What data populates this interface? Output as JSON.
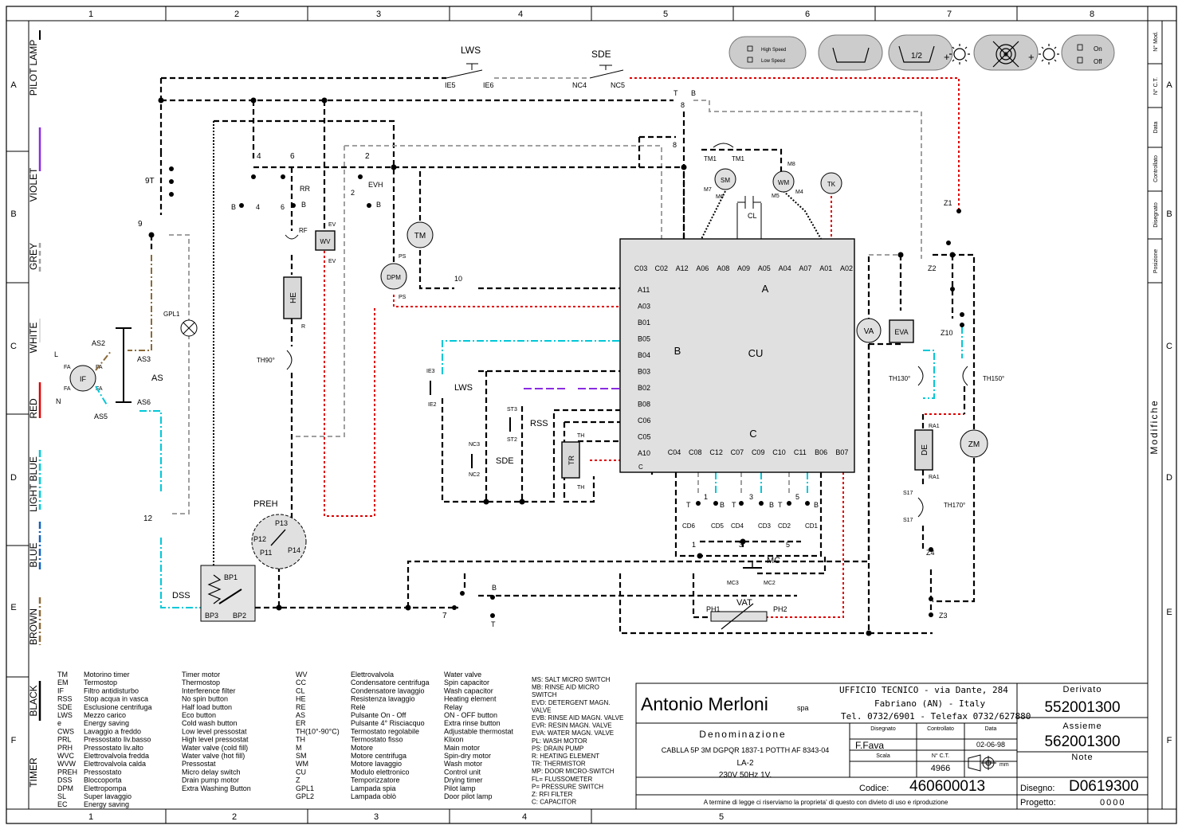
{
  "grid": {
    "cols_top": [
      "1",
      "2",
      "3",
      "4",
      "5",
      "6",
      "7",
      "8"
    ],
    "cols_bottom": [
      "1",
      "2",
      "3",
      "4",
      "5"
    ],
    "rows": [
      "A",
      "B",
      "C",
      "D",
      "E",
      "F"
    ]
  },
  "wire_colors": {
    "items": [
      "PILOT LAMP",
      "VIOLET",
      "GREY",
      "WHITE",
      "RED",
      "LIGHT BLUE",
      "BLUE",
      "BROWN",
      "BLACK",
      "TIMER"
    ],
    "hex": {
      "violet": "#8a2be2",
      "grey": "#a0a0a0",
      "red": "#e00000",
      "lightblue": "#00c8d8",
      "blue": "#1060c0",
      "brown": "#8a6a3a",
      "black": "#000000"
    }
  },
  "revision_panel": {
    "cells": [
      "N° Mod.",
      "N° C.T.",
      "Data",
      "Controllato",
      "Disegnato",
      "Posizione"
    ],
    "modifiche": "Modifiche"
  },
  "controls": {
    "speed_high": "High Speed",
    "speed_low": "Low Speed",
    "half": "1/2",
    "plus": "+",
    "on": "On",
    "off": "Off"
  },
  "labels": {
    "lws": "LWS",
    "sde": "SDE",
    "ie5": "IE5",
    "ie6": "IE6",
    "nc4": "NC4",
    "nc5": "NC5",
    "t": "T",
    "b": "B",
    "n8": "8",
    "tm1": "TM1",
    "sm": "SM",
    "wm": "WM",
    "tk": "TK",
    "m7": "M7",
    "m6": "M6",
    "m8": "M8",
    "m5": "M5",
    "m4": "M4",
    "cl": "CL",
    "n4": "4",
    "n6": "6",
    "n2": "2",
    "rr": "RR",
    "evh": "EVH",
    "ev": "EV",
    "wv": "WV",
    "rf": "RF",
    "he": "HE",
    "r": "R",
    "tm": "TM",
    "dpm": "DPM",
    "ps": "PS",
    "n10": "10",
    "th90": "TH90°",
    "n9t": "9T",
    "n9": "9",
    "gpl1": "GPL1",
    "as2": "AS2",
    "as3": "AS3",
    "as": "AS",
    "as5": "AS5",
    "as6": "AS6",
    "if": "IF",
    "l": "L",
    "n": "N",
    "fa": "FA",
    "n12": "12",
    "dss": "DSS",
    "bp1": "BP1",
    "bp2": "BP2",
    "bp3": "BP3",
    "preh": "PREH",
    "p13": "P13",
    "p12": "P12",
    "p11": "P11",
    "p14": "P14",
    "ie3": "IE3",
    "ie2": "IE2",
    "rss": "RSS",
    "st3": "ST3",
    "st2": "ST2",
    "nc3": "NC3",
    "nc2": "NC2",
    "tr": "TR",
    "thl": "TH",
    "cu_a": "A",
    "cu_b": "B",
    "cu": "CU",
    "cu_c": "C",
    "cu_top": [
      "C03",
      "C02",
      "A12",
      "A06",
      "A08",
      "A09",
      "A05",
      "A04",
      "A07",
      "A01",
      "A02"
    ],
    "cu_left": [
      "A11",
      "A03",
      "B01",
      "B05",
      "B04",
      "B03",
      "B02",
      "B08",
      "C06",
      "C05",
      "A10"
    ],
    "cu_bottom": [
      "C04",
      "C08",
      "C12",
      "C07",
      "C09",
      "C10",
      "C11",
      "B06",
      "B07"
    ],
    "c": "C",
    "n1": "1",
    "n3": "3",
    "n5": "5",
    "cd6": "CD6",
    "cd5": "CD5",
    "cd4": "CD4",
    "cd3": "CD3",
    "cd2": "CD2",
    "cd1": "CD1",
    "mc": "MC",
    "mc3": "MC3",
    "mc2": "MC2",
    "vat": "VAT",
    "ph1": "PH1",
    "ph2": "PH2",
    "n7": "7",
    "z1": "Z1",
    "z2": "Z2",
    "z10": "Z10",
    "z4": "Z4",
    "z3": "Z3",
    "va": "VA",
    "eva": "EVA",
    "th130": "TH130°",
    "th150": "TH150°",
    "th170": "TH170°",
    "de": "DE",
    "ra1": "RA1",
    "zm": "ZM",
    "s17": "S17"
  },
  "legend": {
    "col1": [
      [
        "TM",
        "Motorino timer"
      ],
      [
        "EM",
        "Termostop"
      ],
      [
        "IF",
        "Filtro antidisturbo"
      ],
      [
        "RSS",
        "Stop acqua in vasca"
      ],
      [
        "SDE",
        "Esclusione centrifuga"
      ],
      [
        "LWS",
        "Mezzo carico"
      ],
      [
        "e",
        "Energy saving"
      ],
      [
        "CWS",
        "Lavaggio a freddo"
      ],
      [
        "PRL",
        "Pressostato liv.basso"
      ],
      [
        "PRH",
        "Pressostato liv.alto"
      ],
      [
        "WVC",
        "Elettrovalvola fredda"
      ],
      [
        "WVW",
        "Elettrovalvola calda"
      ],
      [
        "PREH",
        "Pressostato"
      ],
      [
        "DSS",
        "Bloccoporta"
      ],
      [
        "DPM",
        "Elettropompa"
      ],
      [
        "SL",
        "Super lavaggio"
      ],
      [
        "EC",
        "Energy saving"
      ]
    ],
    "col2": [
      "Timer motor",
      "Thermostop",
      "Interference filter",
      "No spin button",
      "Half load button",
      "Eco button",
      "Cold wash button",
      "Low level pressostat",
      "High level pressostat",
      "Water valve (cold fill)",
      "Water valve (hot fill)",
      "Pressostat",
      "Micro delay switch",
      "Drain pump motor",
      "Extra Washing Button"
    ],
    "col3": [
      [
        "WV",
        "Elettrovalvola"
      ],
      [
        "CC",
        "Condensatore centrifuga"
      ],
      [
        "CL",
        "Condensatore lavaggio"
      ],
      [
        "HE",
        "Resistenza lavaggio"
      ],
      [
        "RE",
        "Relè"
      ],
      [
        "AS",
        "Pulsante On - Off"
      ],
      [
        "ER",
        "Pulsante 4° Risciacquo"
      ],
      [
        "TH(10°-90°C)",
        "Termostato regolabile"
      ],
      [
        "TH",
        "Termostato fisso"
      ],
      [
        "M",
        "Motore"
      ],
      [
        "SM",
        "Motore centrifuga"
      ],
      [
        "WM",
        "Motore lavaggio"
      ],
      [
        "CU",
        "Modulo elettronico"
      ],
      [
        "Z",
        "Temporizzatore"
      ],
      [
        "GPL1",
        "Lampada spia"
      ],
      [
        "GPL2",
        "Lampada oblò"
      ]
    ],
    "col4": [
      "Water valve",
      "Spin capacitor",
      "Wash capacitor",
      "Heating element",
      "Relay",
      "ON - OFF button",
      "Extra rinse button",
      "Adjustable thermostat",
      "Klixon",
      "Main motor",
      "Spin-dry motor",
      "Wash motor",
      "Control unit",
      "Drying timer",
      "Pilot lamp",
      "Door pilot lamp"
    ],
    "col5": [
      "MS: SALT MICRO SWITCH",
      "MB: RINSE AID MICRO",
      "SWITCH",
      "EVD: DETERGENT MAGN.",
      "VALVE",
      "EVB: RINSE AID MAGN. VALVE",
      "EVR: RESIN MAGN. VALVE",
      "EVA: WATER MAGN. VALVE",
      "PL: WASH MOTOR",
      "PS: DRAIN PUMP",
      "R: HEATING ELEMENT",
      "TR: THERMISTOR",
      "MP: DOOR MICRO-SWITCH",
      "FL= FLUSSOMETER",
      "P= PRESSURE SWITCH",
      "Z: RFI FILTER",
      "C: CAPACITOR"
    ]
  },
  "title_block": {
    "company": "Antonio Merloni",
    "spa": "spa",
    "office": "UFFICIO TECNICO  -  via Dante, 284",
    "city": "Fabriano (AN) - Italy",
    "tel": "Tel. 0732/6901 - Telefax 0732/627880",
    "derivato_label": "Derivato",
    "derivato": "552001300",
    "assieme_label": "Assieme",
    "assieme": "562001300",
    "note_label": "Note",
    "denominazione_label": "Denominazione",
    "description": "CABLLA 5P 3M DGPQR 1837-1 POTTH AF 8343-04",
    "model": "LA-2",
    "power": "230V 50Hz 1V.",
    "disegnato_label": "Disegnato",
    "disegnato": "F.Fava",
    "controllato_label": "Controllato",
    "data_label": "Data",
    "data": "02-06-98",
    "scala_label": "Scala",
    "nct_label": "N° C.T.",
    "nct": "4966",
    "mm": "mm",
    "codice_label": "Codice:",
    "codice": "460600013",
    "disegno_label": "Disegno:",
    "disegno": "D0619300",
    "progetto_label": "Progetto:",
    "progetto": "0000",
    "legal": "A termine di legge ci riserviamo la proprieta' di questo con divieto di uso e riproduzione"
  }
}
